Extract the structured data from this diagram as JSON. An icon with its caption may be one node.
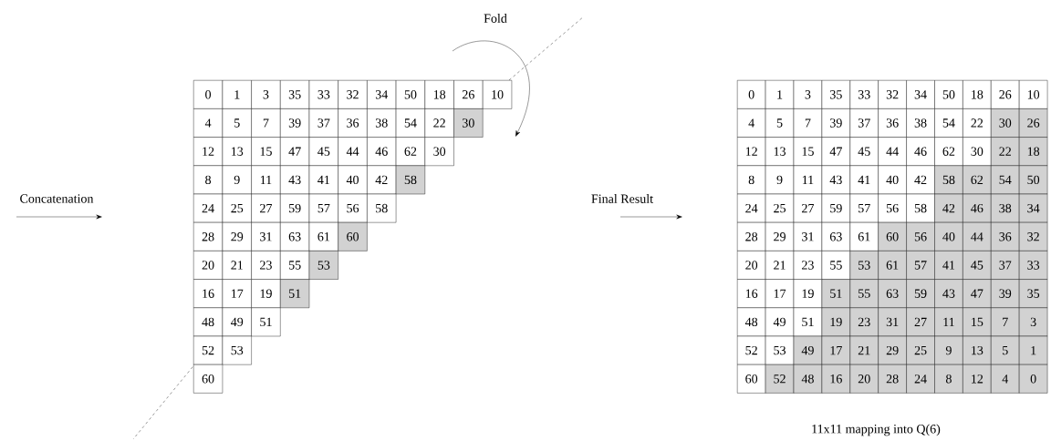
{
  "diagram": {
    "caption": "11x11 mapping into Q(6)",
    "labels": [
      "Fold",
      "0",
      "1",
      "3",
      "35",
      "33",
      "32",
      "34",
      "50",
      "18",
      "26",
      "10",
      "4",
      "5",
      "7",
      "39",
      "37",
      "36",
      "38",
      "54",
      "22",
      "30",
      "12",
      "13",
      "15",
      "47",
      "45",
      "44",
      "46",
      "62",
      "30",
      "8",
      "9",
      "11",
      "43",
      "41",
      "40",
      "42",
      "58",
      "24",
      "25",
      "27",
      "59",
      "57",
      "56",
      "58",
      "28",
      "29",
      "31",
      "63",
      "61",
      "60",
      "20",
      "21",
      "23",
      "55",
      "53",
      "16",
      "17",
      "19",
      "51",
      "48",
      "49",
      "51",
      "52",
      "53",
      "60",
      "Concatenation",
      "Final Result",
      "0",
      "1",
      "3",
      "35",
      "33",
      "32",
      "34",
      "50",
      "18",
      "26",
      "10",
      "4",
      "5",
      "7",
      "39",
      "37",
      "36",
      "38",
      "54",
      "22",
      "30",
      "26",
      "12",
      "13",
      "15",
      "47",
      "45",
      "44",
      "46",
      "62",
      "30",
      "22",
      "18",
      "8",
      "9",
      "11",
      "43",
      "41",
      "40",
      "42",
      "58",
      "62",
      "54",
      "50",
      "24",
      "25",
      "27",
      "59",
      "57",
      "56",
      "58",
      "42",
      "46",
      "38",
      "34",
      "28",
      "29",
      "31",
      "63",
      "61",
      "60",
      "56",
      "40",
      "44",
      "36",
      "32",
      "20",
      "21",
      "23",
      "55",
      "53",
      "61",
      "57",
      "41",
      "45",
      "37",
      "33",
      "16",
      "17",
      "19",
      "51",
      "55",
      "63",
      "59",
      "43",
      "47",
      "39",
      "35",
      "48",
      "49",
      "51",
      "19",
      "23",
      "31",
      "27",
      "11",
      "15",
      "7",
      "3",
      "52",
      "53",
      "49",
      "17",
      "21",
      "29",
      "25",
      "9",
      "13",
      "5",
      "1",
      "60",
      "52",
      "48",
      "16",
      "20",
      "28",
      "24",
      "8",
      "12",
      "4",
      "0"
    ]
  }
}
